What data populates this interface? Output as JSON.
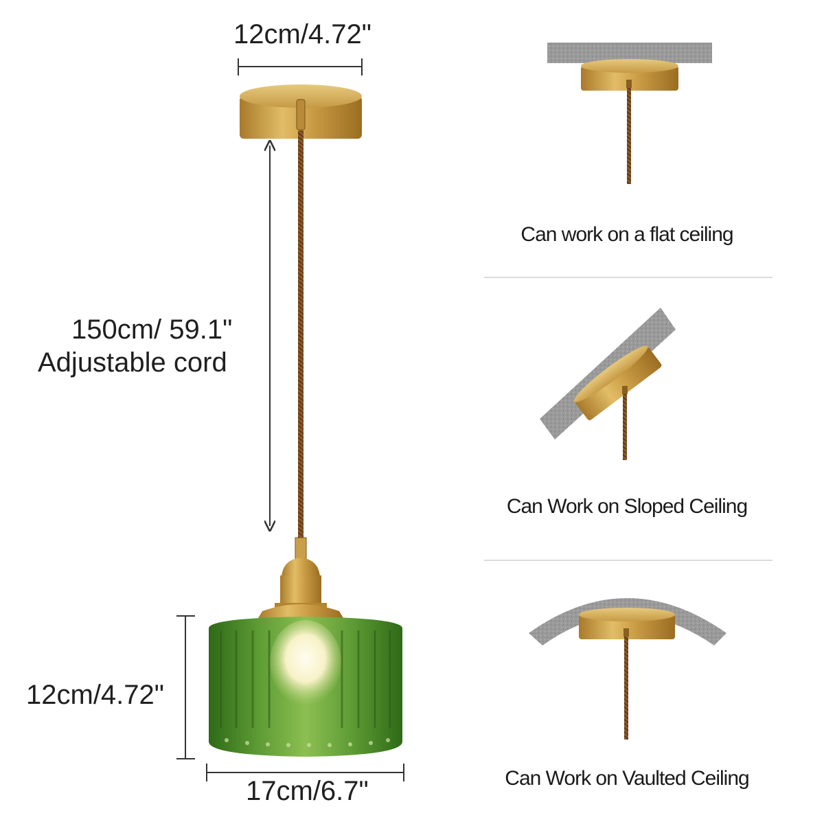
{
  "dimensions": {
    "canopy_width": "12cm/4.72\"",
    "cord_length": "150cm/ 59.1\"",
    "cord_note": "Adjustable cord",
    "shade_height": "12cm/4.72\"",
    "shade_width": "17cm/6.7\""
  },
  "installations": [
    {
      "caption": "Can work on a flat ceiling",
      "icon": "flat-ceiling-icon"
    },
    {
      "caption": "Can Work on Sloped Ceiling",
      "icon": "sloped-ceiling-icon"
    },
    {
      "caption": "Can Work on Vaulted Ceiling",
      "icon": "vaulted-ceiling-icon"
    }
  ],
  "colors": {
    "brass": "#c9a04a",
    "cord": "#8b5a2b",
    "glass": "#4e8a2c",
    "ceiling": "#9a9a9a"
  }
}
